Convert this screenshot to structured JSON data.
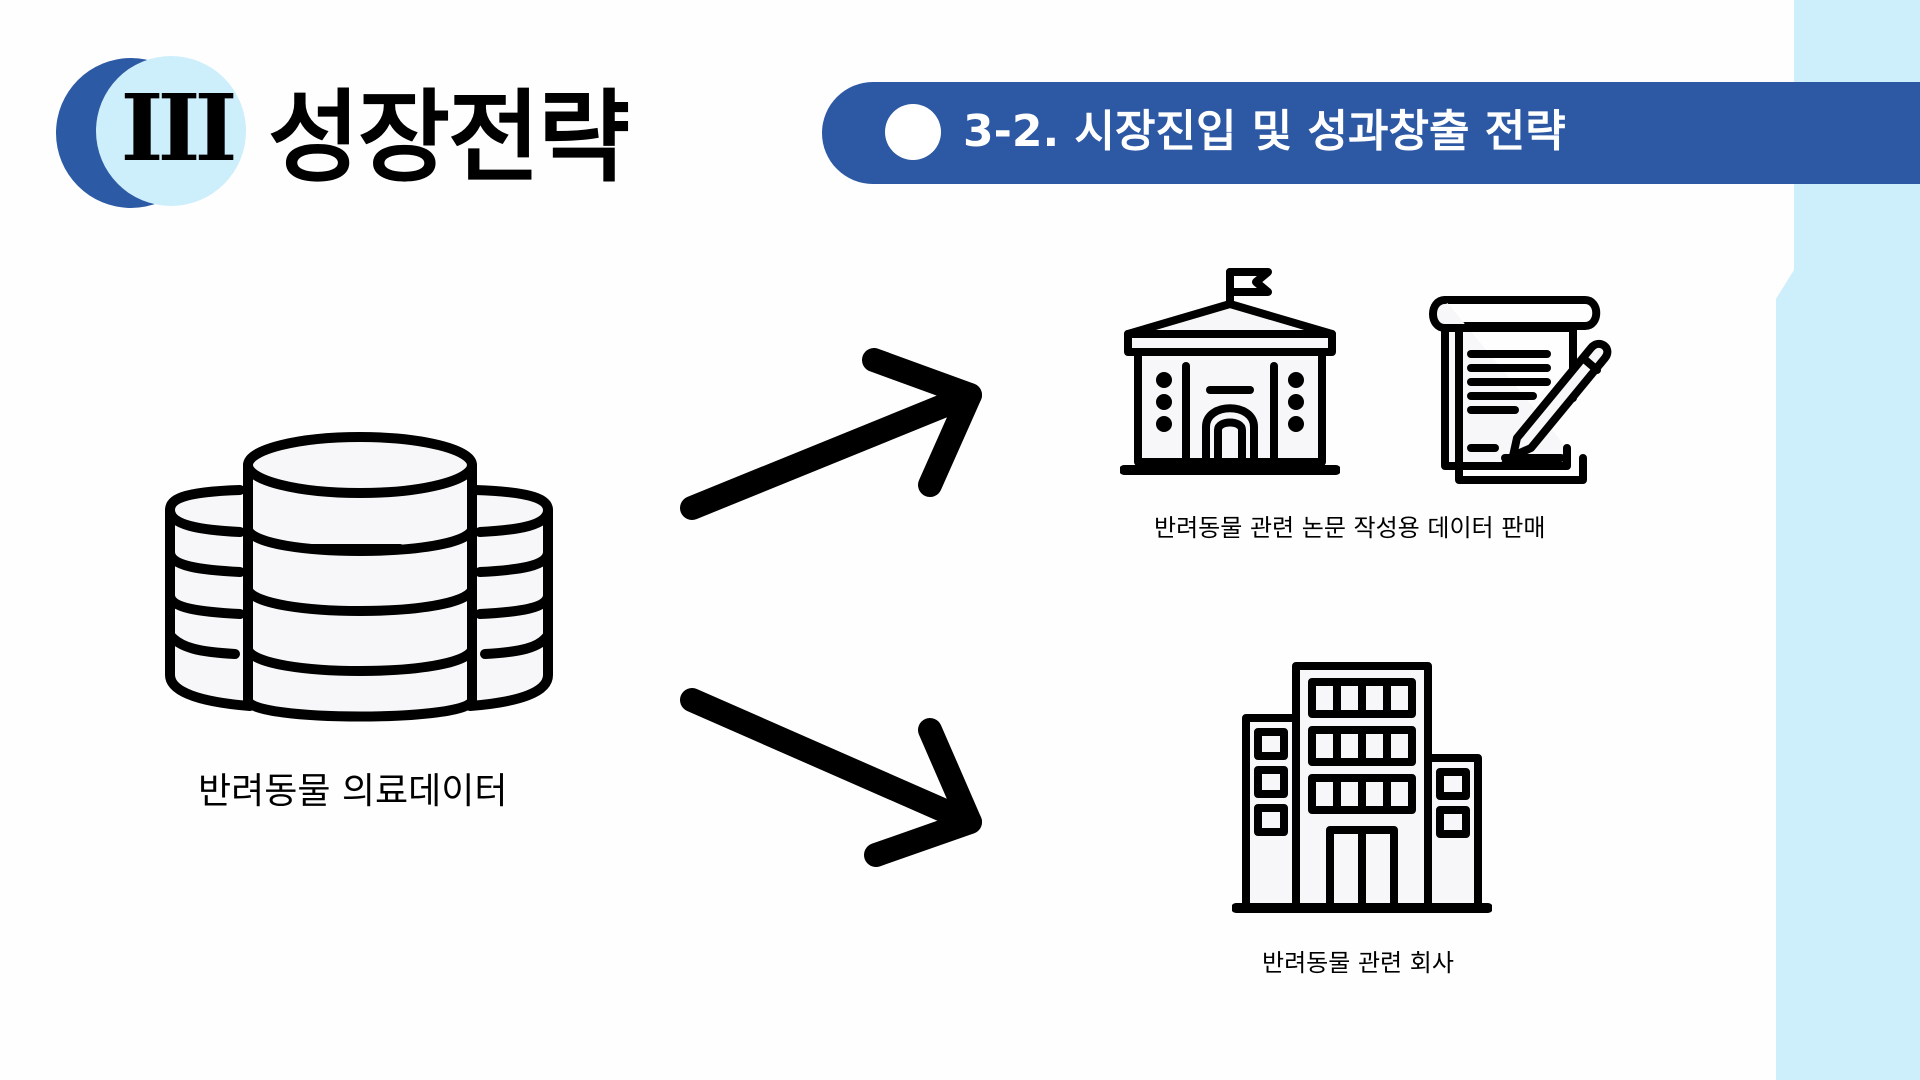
{
  "header": {
    "section_numeral": "III",
    "title": "성장전략",
    "subtitle": "3-2. 시장진입 및 성과창출 전략"
  },
  "diagram": {
    "source": {
      "label": "반려동물 의료데이터",
      "icon": "database-icon"
    },
    "targets": [
      {
        "label": "반려동물 관련 논문 작성용 데이터 판매",
        "icons": [
          "university-icon",
          "document-pen-icon"
        ]
      },
      {
        "label": "반려동물 관련 회사",
        "icons": [
          "office-building-icon"
        ]
      }
    ]
  },
  "colors": {
    "accent_blue": "#2d58a3",
    "light_blue": "#cdeefb",
    "icon_stroke": "#000000"
  }
}
